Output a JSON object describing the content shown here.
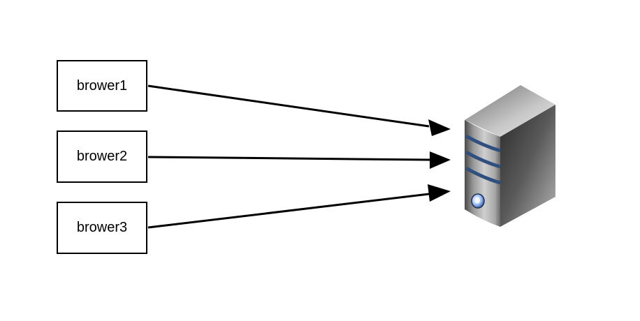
{
  "diagram": {
    "nodes": [
      {
        "id": "box1",
        "label": "brower1"
      },
      {
        "id": "box2",
        "label": "brower2"
      },
      {
        "id": "box3",
        "label": "brower3"
      }
    ],
    "target": {
      "icon": "server-icon"
    },
    "edges": [
      {
        "from": "box1",
        "to": "server"
      },
      {
        "from": "box2",
        "to": "server"
      },
      {
        "from": "box3",
        "to": "server"
      }
    ],
    "colors": {
      "stroke": "#000000",
      "server_stripe": "#2f4f7f"
    }
  }
}
